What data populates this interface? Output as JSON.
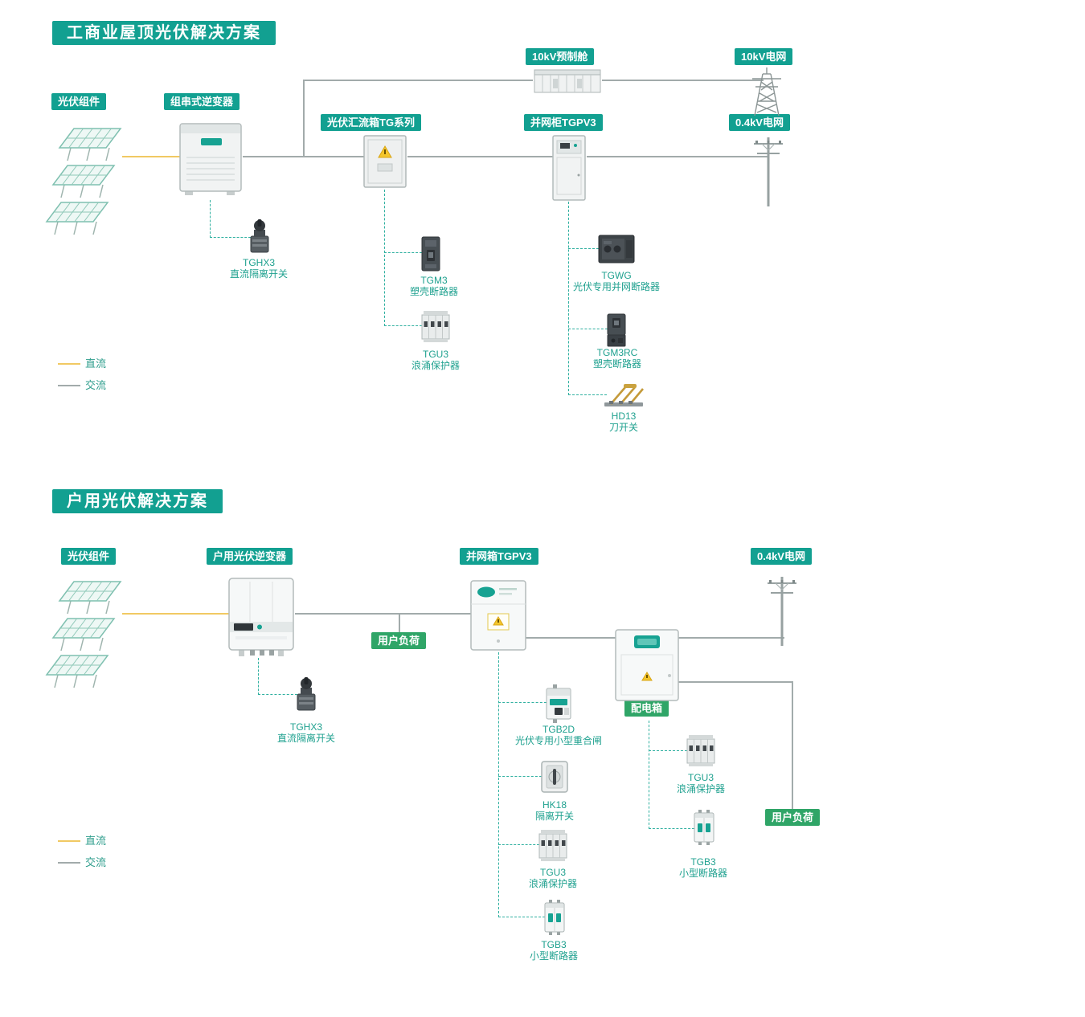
{
  "colors": {
    "teal": "#12A091",
    "green": "#2FA567",
    "dc_line": "#F1C963",
    "ac_line": "#A2ABAB",
    "dash_line": "#2FB0A0",
    "device_text": "#1FA18F"
  },
  "s1": {
    "title": "工商业屋顶光伏解决方案",
    "labels": {
      "pv": "光伏组件",
      "inverter": "组串式逆变器",
      "combiner": "光伏汇流箱TG系列",
      "cabinet": "并网柜TGPV3",
      "prefab": "10kV预制舱",
      "grid10kv": "10kV电网",
      "grid04kv": "0.4kV电网"
    },
    "devices": {
      "tghx3": {
        "model": "TGHX3",
        "desc": "直流隔离开关"
      },
      "tgm3": {
        "model": "TGM3",
        "desc": "塑壳断路器"
      },
      "tgu3": {
        "model": "TGU3",
        "desc": "浪涌保护器"
      },
      "tgwg": {
        "model": "TGWG",
        "desc": "光伏专用并网断路器"
      },
      "tgm3rc": {
        "model": "TGM3RC",
        "desc": "塑壳断路器"
      },
      "hd13": {
        "model": "HD13",
        "desc": "刀开关"
      }
    },
    "legend": {
      "dc": "直流",
      "ac": "交流"
    }
  },
  "s2": {
    "title": "户用光伏解决方案",
    "labels": {
      "pv": "光伏组件",
      "inverter": "户用光伏逆变器",
      "gridbox": "并网箱TGPV3",
      "grid04kv": "0.4kV电网",
      "load_mid": "用户负荷",
      "distbox": "配电箱",
      "load_right": "用户负荷"
    },
    "devices": {
      "tghx3": {
        "model": "TGHX3",
        "desc": "直流隔离开关"
      },
      "tgb2d": {
        "model": "TGB2D",
        "desc": "光伏专用小型重合闸"
      },
      "hk18": {
        "model": "HK18",
        "desc": "隔离开关"
      },
      "tgu3_left": {
        "model": "TGU3",
        "desc": "浪涌保护器"
      },
      "tgb3_left": {
        "model": "TGB3",
        "desc": "小型断路器"
      },
      "tgu3_right": {
        "model": "TGU3",
        "desc": "浪涌保护器"
      },
      "tgb3_right": {
        "model": "TGB3",
        "desc": "小型断路器"
      }
    },
    "legend": {
      "dc": "直流",
      "ac": "交流"
    }
  }
}
